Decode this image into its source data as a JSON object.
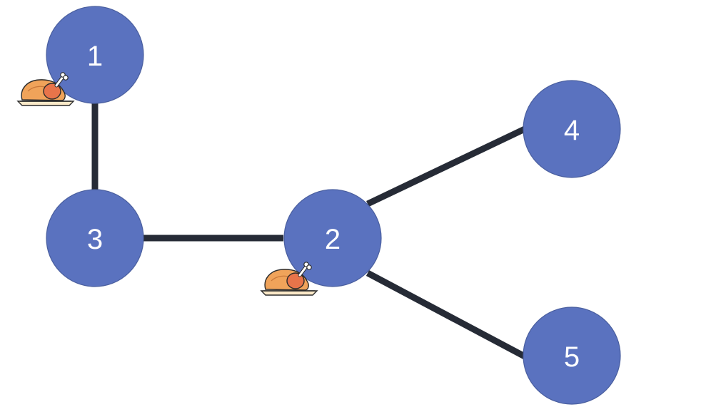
{
  "graph": {
    "nodes": [
      {
        "id": "1",
        "label": "1",
        "has_food": true
      },
      {
        "id": "2",
        "label": "2",
        "has_food": true
      },
      {
        "id": "3",
        "label": "3",
        "has_food": false
      },
      {
        "id": "4",
        "label": "4",
        "has_food": false
      },
      {
        "id": "5",
        "label": "5",
        "has_food": false
      }
    ],
    "edges": [
      {
        "from": "1",
        "to": "3"
      },
      {
        "from": "3",
        "to": "2"
      },
      {
        "from": "2",
        "to": "4"
      },
      {
        "from": "2",
        "to": "5"
      }
    ]
  },
  "icons": {
    "food": "roast-chicken-icon"
  },
  "colors": {
    "node_fill": "#5a72bf",
    "node_stroke": "#4a5f9f",
    "edge": "#262b36",
    "label": "#ffffff",
    "chicken_body": "#f0a35a",
    "chicken_leg": "#e8744a",
    "plate": "#fbe9c8"
  }
}
